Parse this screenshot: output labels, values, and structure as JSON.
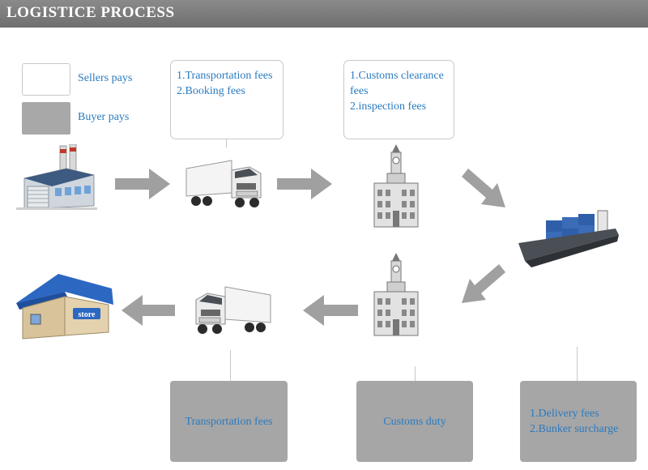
{
  "header": {
    "title": "LOGISTICE PROCESS"
  },
  "legend": {
    "sellers_label": "Sellers pays",
    "buyer_label": "Buyer pays"
  },
  "notes": {
    "truck_top": [
      "1.Transportation fees",
      "2.Booking fees"
    ],
    "customs_top": [
      "1.Customs clearance",
      "fees",
      "2.inspection fees"
    ],
    "bottom_truck": "Transportation fees",
    "bottom_customs": "Customs duty",
    "bottom_ship": [
      "1.Delivery fees",
      "2.Bunker surcharge"
    ]
  },
  "icons": {
    "factory": "factory-icon",
    "truck": "truck-icon",
    "customs": "customs-building-icon",
    "ship": "container-ship-icon",
    "store": "store-house-icon",
    "store_sign": "store"
  },
  "colors": {
    "header": "#7a7a7a",
    "text": "#2a7bc0",
    "buyer_box": "#a8a8a8",
    "arrow": "#9e9e9e"
  }
}
